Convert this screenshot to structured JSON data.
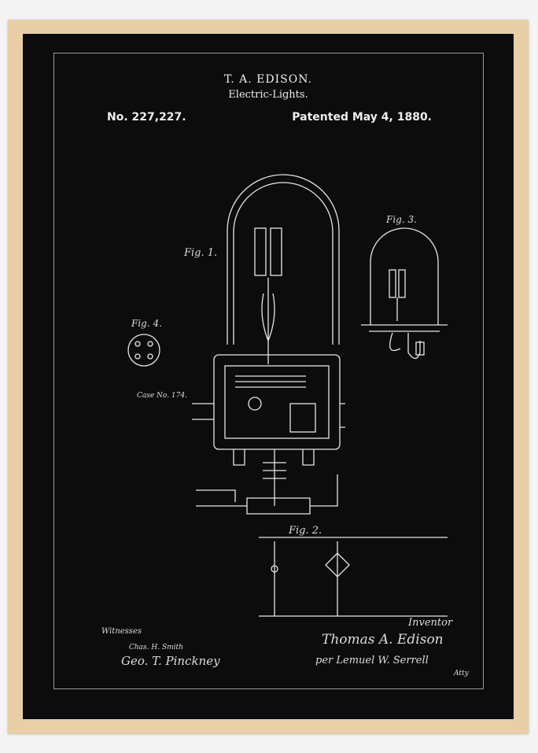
{
  "poster": {
    "inventor_header": "T. A. EDISON.",
    "invention": "Electric-Lights.",
    "patent_number": "No. 227,227.",
    "patent_date": "Patented May 4, 1880.",
    "figures": [
      "Fig. 1.",
      "Fig. 2.",
      "Fig. 3.",
      "Fig. 4."
    ],
    "case_note": "Case No. 174.",
    "witnesses_label": "Witnesses",
    "witness_names": [
      "Chas. H. Smith",
      "Geo. T. Pinckney"
    ],
    "inventor_label": "Inventor",
    "inventor_signature": "Thomas A. Edison",
    "attorney_signature": "per Lemuel W. Serrell",
    "attorney_suffix": "Atty"
  },
  "colors": {
    "frame": "#e8cfa6",
    "poster": "#0c0c0c",
    "ink": "#eeeeee"
  }
}
